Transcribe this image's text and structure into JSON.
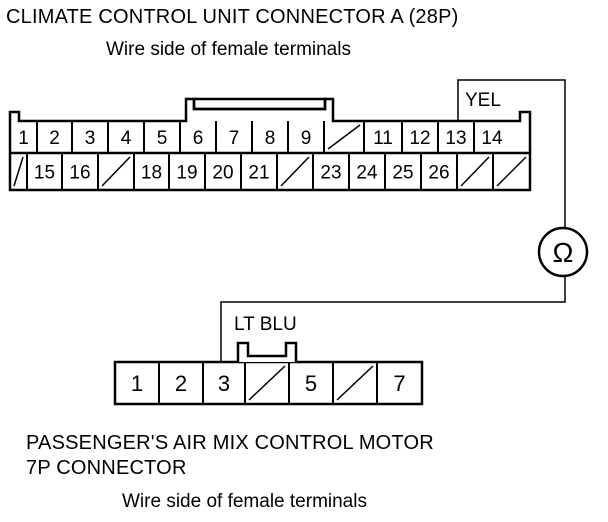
{
  "connector_a": {
    "title": "CLIMATE CONTROL UNIT CONNECTOR A (28P)",
    "subtitle": "Wire side of female terminals",
    "row1": [
      "1",
      "2",
      "3",
      "4",
      "5",
      "6",
      "7",
      "8",
      "9",
      "",
      "11",
      "12",
      "13",
      "14"
    ],
    "row2": [
      "",
      "15",
      "16",
      "",
      "18",
      "19",
      "20",
      "21",
      "",
      "23",
      "24",
      "25",
      "26",
      "",
      ""
    ],
    "wire_color": "YEL"
  },
  "connector_b": {
    "title_line1": "PASSENGER'S AIR MIX CONTROL MOTOR",
    "title_line2": "7P CONNECTOR",
    "subtitle": "Wire side of female terminals",
    "cells": [
      "1",
      "2",
      "3",
      "",
      "5",
      "",
      "7"
    ],
    "wire_color": "LT BLU"
  },
  "meter": {
    "symbol": "Ω"
  }
}
